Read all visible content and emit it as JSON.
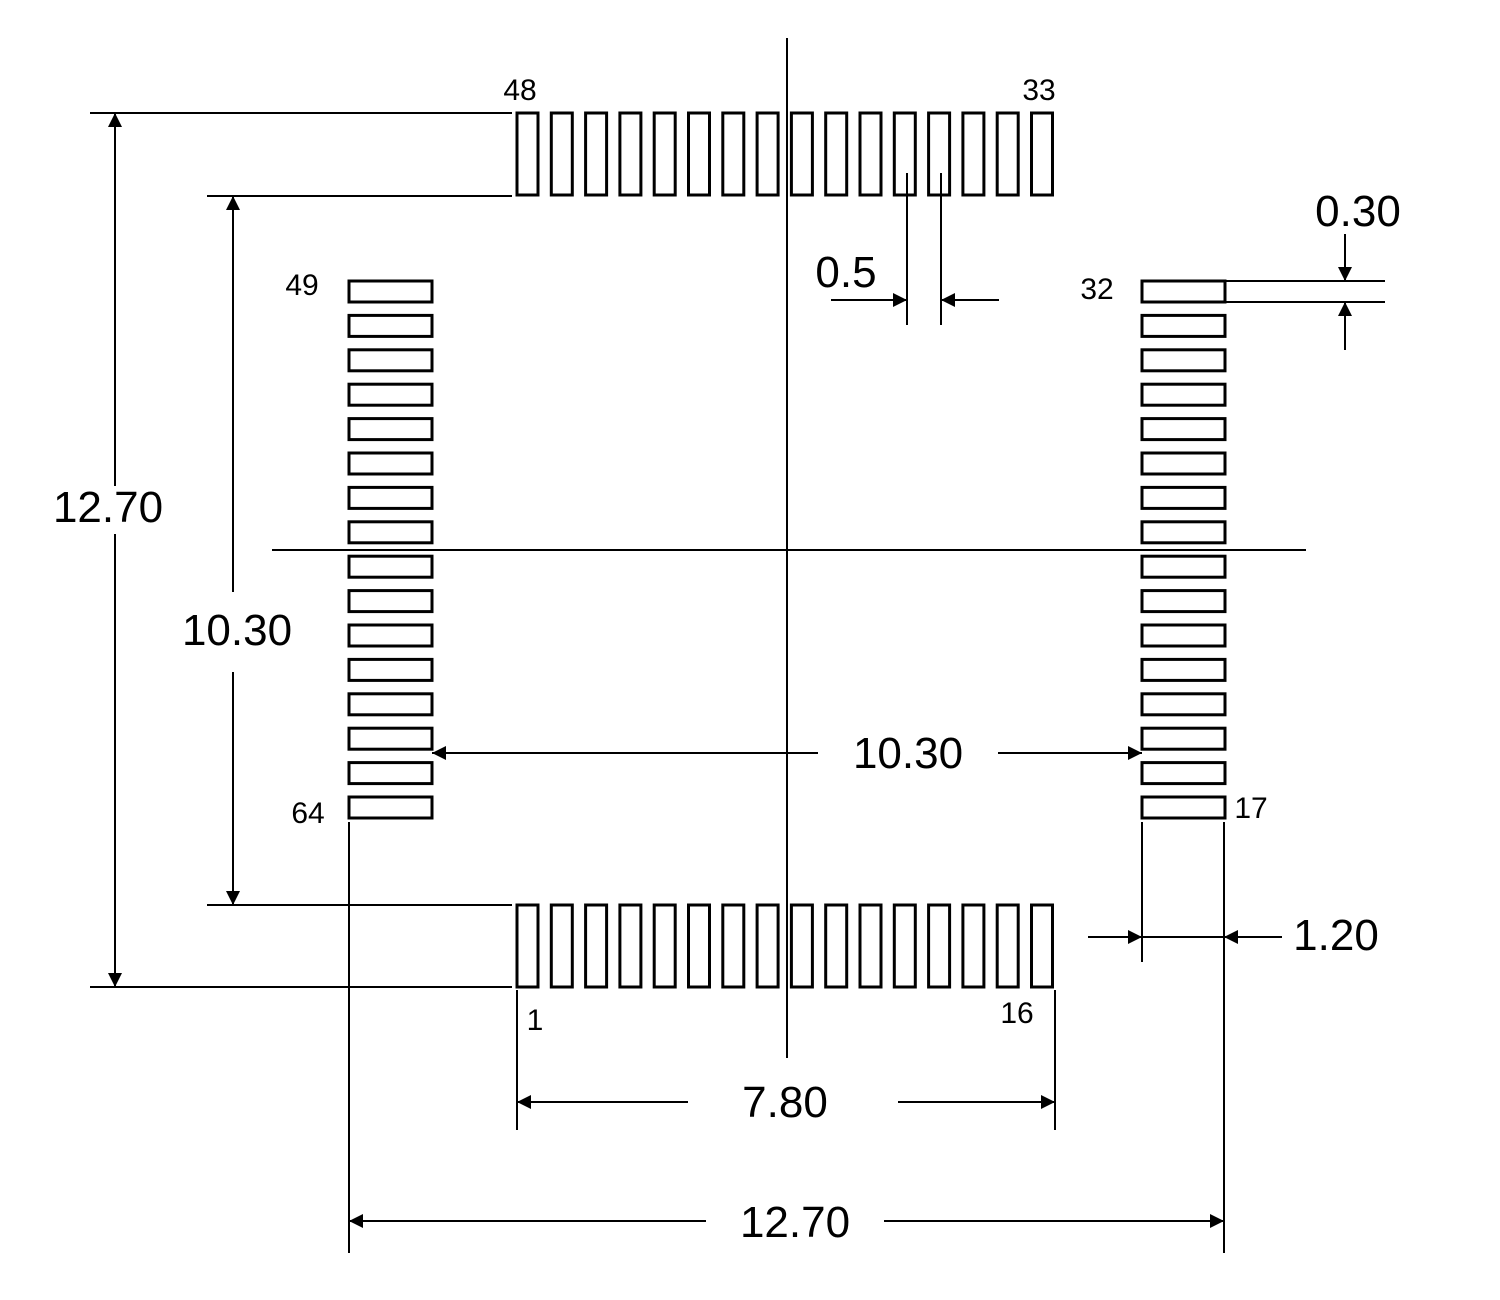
{
  "pads": {
    "top_count": 16,
    "bottom_count": 16,
    "left_count": 16,
    "right_count": 16
  },
  "pin_labels": {
    "pin_48": "48",
    "pin_33": "33",
    "pin_49": "49",
    "pin_32": "32",
    "pin_64": "64",
    "pin_17": "17",
    "pin_1": "1",
    "pin_16": "16"
  },
  "dimensions": {
    "outer_height": "12.70",
    "inner_height": "10.30",
    "inner_width": "10.30",
    "pad_row_length": "7.80",
    "outer_width": "12.70",
    "pitch": "0.5",
    "pad_width": "0.30",
    "pad_length": "1.20"
  }
}
